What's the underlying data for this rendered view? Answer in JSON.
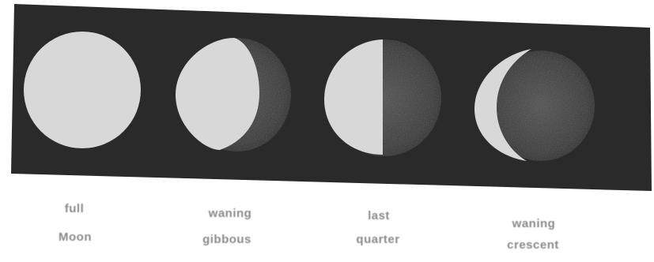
{
  "phases": [
    {
      "id": "full-moon",
      "line1": "full",
      "line2": "Moon"
    },
    {
      "id": "waning-gibbous",
      "line1": "waning",
      "line2": "gibbous"
    },
    {
      "id": "last-quarter",
      "line1": "last",
      "line2": "quarter"
    },
    {
      "id": "waning-crescent",
      "line1": "waning",
      "line2": "crescent"
    }
  ],
  "colors": {
    "panel": "#2a2a2a",
    "lit": "#d8d8d8",
    "shadow": "#3a3a3a",
    "label": "#8a8a8a"
  }
}
